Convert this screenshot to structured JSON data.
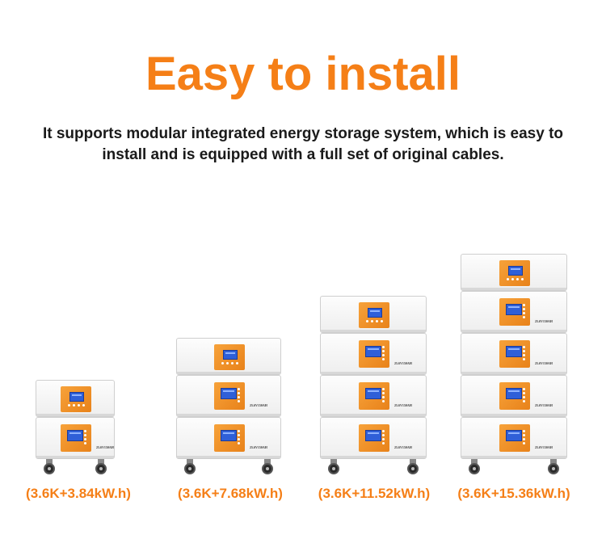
{
  "title": "Easy to install",
  "subtitle": "It supports modular integrated energy storage system, which is easy to install and is equipped with a full set of original cables.",
  "accent_color": "#f57f17",
  "products": [
    {
      "caption": "(3.6K+3.84kW.h)",
      "battery_modules": 1,
      "battery_label": "25.6V150AH"
    },
    {
      "caption": "(3.6K+7.68kW.h)",
      "battery_modules": 2,
      "battery_label": "25.6V150AH"
    },
    {
      "caption": "(3.6K+11.52kW.h)",
      "battery_modules": 3,
      "battery_label": "25.6V150AH"
    },
    {
      "caption": "(3.6K+15.36kW.h)",
      "battery_modules": 4,
      "battery_label": "25.6V150AH"
    }
  ]
}
